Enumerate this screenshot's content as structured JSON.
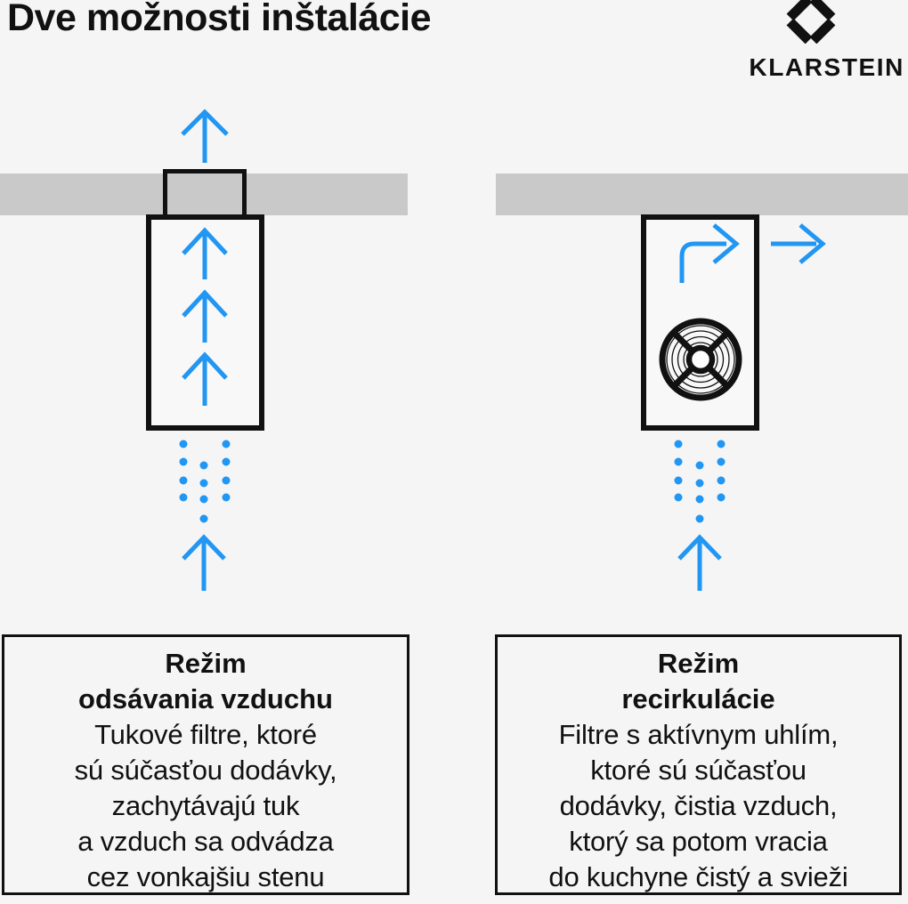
{
  "title": "Dve možnosti inštalácie",
  "brand": "KLARSTEIN",
  "boxes": {
    "extraction": {
      "heading": "Režim\nodsávania vzduchu",
      "body": "Tukové filtre, ktoré\nsú súčasťou dodávky,\nzachytávajú tuk\na vzduch sa odvádza\ncez vonkajšiu stenu"
    },
    "recirculation": {
      "heading": "Režim\nrecirkulácie",
      "body": "Filtre s aktívnym uhlím,\nktoré sú súčasťou\ndodávky, čistia vzduch,\nktorý sa potom vracia\ndo kuchyne čistý a svieži"
    }
  },
  "colors": {
    "accent_blue": "#2196f3",
    "wall_gray": "#c9c9c9",
    "ink_black": "#111111",
    "background": "#f5f5f5"
  },
  "icons": [
    "klarstein-diamond-icon",
    "up-arrow-icon",
    "bend-right-arrow-icon",
    "right-arrow-icon",
    "fan-icon",
    "airflow-dots"
  ]
}
